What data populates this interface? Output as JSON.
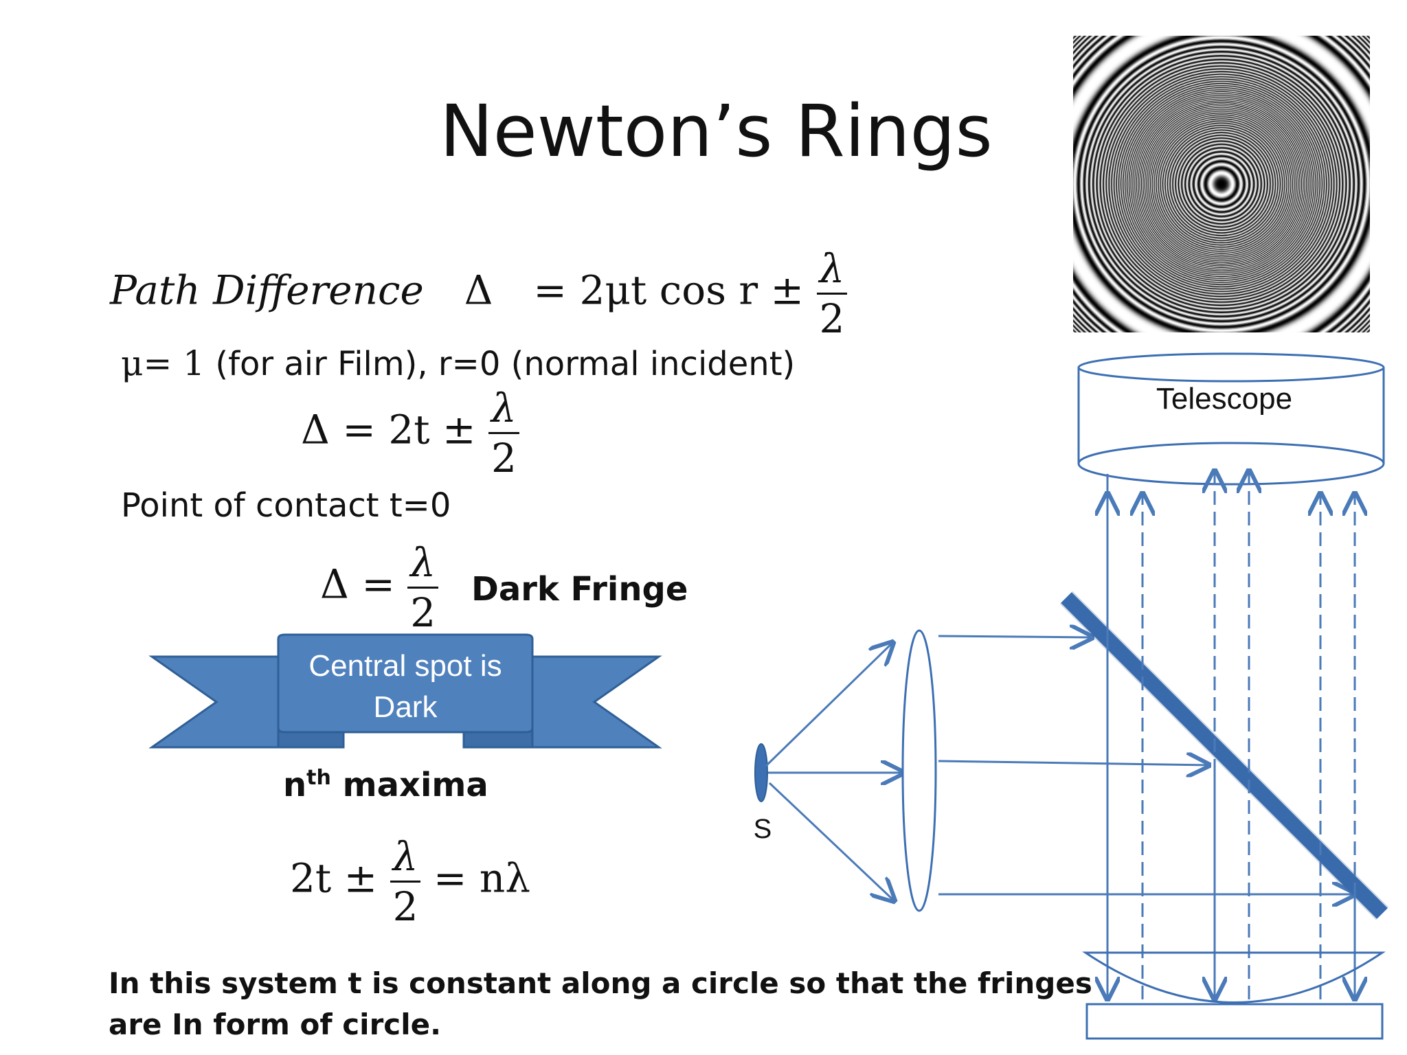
{
  "slide": {
    "title": "Newton’s Rings",
    "path_difference": {
      "label": "Path Difference",
      "lhs": "Δ",
      "expr": "= 2μt cos r ±",
      "frac_num": "λ",
      "frac_den": "2"
    },
    "condition": {
      "mu_symbol": "μ",
      "mu_value": "= 1",
      "text": "(for air Film), r=0 (normal incident)"
    },
    "eq2": {
      "lhs": "Δ = 2t ±",
      "frac_num": "λ",
      "frac_den": "2"
    },
    "contact": "Point of contact t=0",
    "eq3": {
      "lhs": "Δ =",
      "frac_num": "λ",
      "frac_den": "2"
    },
    "dark_fringe": "Dark Fringe",
    "banner": {
      "line1": "Central spot is",
      "line2": "Dark",
      "color": "#4f81bd",
      "border": "#2f5f96"
    },
    "maxima": {
      "n": "n",
      "sup": "th",
      "rest": "maxima"
    },
    "eq4": {
      "lhs": "2t ±",
      "frac_num": "λ",
      "frac_den": "2",
      "rhs": "= nλ"
    },
    "conclusion_line1": "In this system t is constant along a circle so that the fringes",
    "conclusion_line2": "are In form of circle."
  },
  "diagram": {
    "telescope_label": "Telescope",
    "source_label": "S",
    "stroke_color": "#4a7ab8",
    "glass_color": "#3d6fb3"
  },
  "rings_image": {
    "description_icon": "newtons-rings-pattern-icon"
  }
}
